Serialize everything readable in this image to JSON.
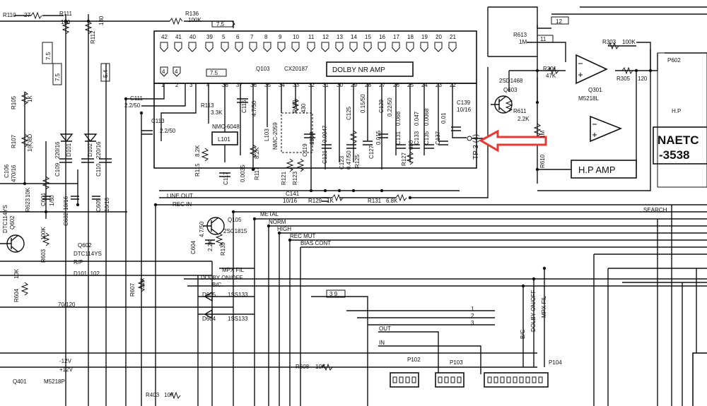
{
  "ic_q103": {
    "ref": "Q103",
    "part": "CX20187",
    "label": "DOLBY NR AMP"
  },
  "ic_top_pins": [
    "42",
    "41",
    "40",
    "39",
    "5",
    "6",
    "7",
    "8",
    "9",
    "10",
    "11",
    "12",
    "13",
    "14",
    "15",
    "16",
    "17",
    "18",
    "19",
    "20",
    "21"
  ],
  "ic_bottom_pins": [
    "1",
    "2",
    "3",
    "4",
    "38",
    "37",
    "36",
    "35",
    "34",
    "33",
    "32",
    "31",
    "30",
    "29",
    "28",
    "27",
    "26",
    "25",
    "24",
    "23",
    "22"
  ],
  "top_left": {
    "r110": "R110",
    "r110_val": "27",
    "r111": "R111",
    "r111_val": "180",
    "r112": "R112",
    "r112_val": "180"
  },
  "flags": {
    "n75a": "7.5",
    "n75b": "7.5",
    "n54": "5.4",
    "n12": "12",
    "n11": "11",
    "n75c": "7.5",
    "n75d": "7.5",
    "n39": "3 9"
  },
  "resistors": {
    "r136": "R136",
    "r136_val": "100K",
    "r613": "R613",
    "r613_val": "1M",
    "r301": "R301",
    "r301_val": "47K",
    "r303": "R303",
    "r303_val": "100K",
    "r305": "R305",
    "r305_val": "120",
    "r611": "R611",
    "r611_val": "2.2K",
    "r610": "R610",
    "r610_val": "1M",
    "r105": "R105",
    "r105_val": "1K",
    "r107": "R107",
    "r107_val": "1(K)8D",
    "r113": "R113",
    "r113_val": "3.3K",
    "r115": "R115",
    "r115_val": "8.2K",
    "r117": "R117",
    "r117_val": "8.2K",
    "r119": "R119",
    "r119_val": "430",
    "r121": "R121",
    "r123": "R123",
    "r125": "R125",
    "r127": "R127",
    "r127_val": "680",
    "r129": "R129",
    "r129_val": "1K",
    "r131": "R131",
    "r131_val": "6.8K",
    "r139": "R139",
    "r139_val": "2.2K",
    "r623": "R623",
    "r623_val": "10K",
    "r603": "R603",
    "r603_val": "100K",
    "r604": "R604",
    "r604_val": "10K",
    "r607": "R607",
    "r607_val": "22K",
    "r608": "R608",
    "r608_val": "10K",
    "r403": "R403",
    "r403_val": "10K"
  },
  "capacitors": {
    "c111": "C111",
    "c111_val": "2.2/50",
    "c113": "C113",
    "c113_val": "2.2/50",
    "c115": "C115",
    "c115_val": "4.7/50",
    "c117": "C117",
    "c117_val": "0.0035",
    "c119": "C119",
    "c119_val": "680P",
    "c121": "C121",
    "c121_val": "0.0047",
    "c123": "C123",
    "c123_val": "0.47/50",
    "c125": "C125",
    "c125_val": "0.15/50",
    "c127": "C127",
    "c127_val": "0.015",
    "c129": "C129",
    "c129_val": "0.22/50",
    "c131": "C131",
    "c131_val": "0.068",
    "c133": "C133",
    "c133_val": "0.047",
    "c135": "C135",
    "c135_val": "0.0068",
    "c137": "C137",
    "c137_val": "0.01",
    "c139": "C139",
    "c139_val": "10/16",
    "c141": "C141",
    "c141_val": "10/16",
    "c106": "C106",
    "c106_val": "470/16",
    "c109": "C109",
    "c109_val": "220/16",
    "c110": "C110",
    "c110_val": "220/16",
    "c601": "C601",
    "c601_val": "1/50",
    "c602": "C602",
    "c602_val": "10/16",
    "c605": "C605",
    "c605_val": "10/16",
    "c604": "C604",
    "c604_val": "4.7/50"
  },
  "semis": {
    "q603": "Q603",
    "q603_part": "2SD1468",
    "q301": "Q301",
    "q301_part": "M5218L",
    "q105": "Q105",
    "q105_part": "2SC1815",
    "q602a": "Q602",
    "q602a_part": "DTC114YS",
    "q602b": "Q602",
    "q602b_part": "DTC114YS",
    "q401": "Q401",
    "q401_part": "M5218P",
    "d101": "D101",
    "d102": "D102",
    "d101_102": "D101, 102",
    "d605": "D605",
    "d605_part": "1SS133",
    "d604": "D604",
    "d604_part": "1SS133"
  },
  "coils": {
    "l101": "L101",
    "nmc": "NMC-6048",
    "l103": "L103",
    "l103_part": "NMC-2059"
  },
  "nets": {
    "line_out": "LINE OUT",
    "rec_in": "REC IN",
    "search": "SEARCH",
    "metal": "METAL",
    "norm": "NORM",
    "high": "HIGH",
    "rec_mut": "REC MUT",
    "bias_cont": "BIAS CONT",
    "rp": "R/P",
    "mpx_fil": "MPX FIL",
    "dolby_onoff": "DOLBY ON/OFF",
    "bc": "B/C",
    "v70": "70/120",
    "m12v": "-12V",
    "p12v": "+12V",
    "out": "OUT",
    "in": "IN",
    "n1": "1",
    "n2": "2",
    "n3": "3",
    "bc_r": "B/C",
    "dolby_r": "DOLBY ON/OFF",
    "mpx_r": "MPX FIL"
  },
  "tp": "TP 3 (4)",
  "hp_amp": "H.P AMP",
  "connectors": {
    "p102": "P102",
    "p103": "P103",
    "p104": "P104",
    "p602": "P602",
    "hp": "H.P"
  },
  "naetc": {
    "line1": "NAETC",
    "line2": "-3538"
  },
  "colors": {
    "arrow": "#e53935",
    "ink": "#111111"
  }
}
